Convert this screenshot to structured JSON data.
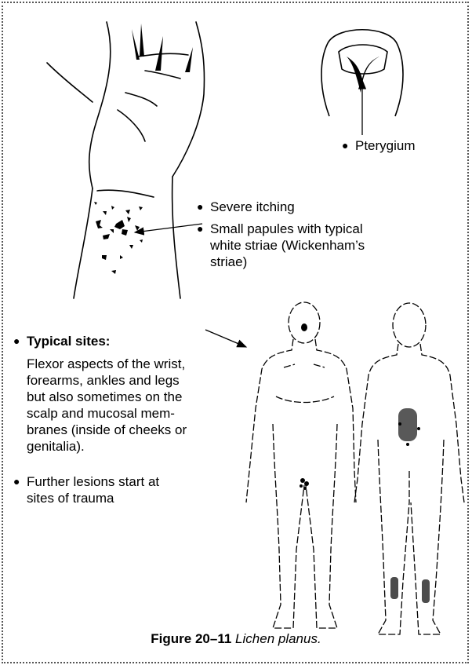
{
  "labels": {
    "pterygium": "Pterygium",
    "itching": "Severe itching",
    "papules_l1": "Small papules with typical",
    "papules_l2": "white striae (Wickenham’s",
    "papules_l3": "striae)",
    "sites_heading": "Typical sites:",
    "sites_l1": "Flexor aspects of the wrist,",
    "sites_l2": "forearms, ankles and legs",
    "sites_l3": "but also sometimes on the",
    "sites_l4": "scalp and mucosal mem-",
    "sites_l5": "branes (inside of cheeks or",
    "sites_l6": "genitalia).",
    "further_l1": "Further lesions start at",
    "further_l2": "sites of trauma"
  },
  "caption": {
    "number": "Figure 20–11",
    "title": "Lichen planus."
  }
}
